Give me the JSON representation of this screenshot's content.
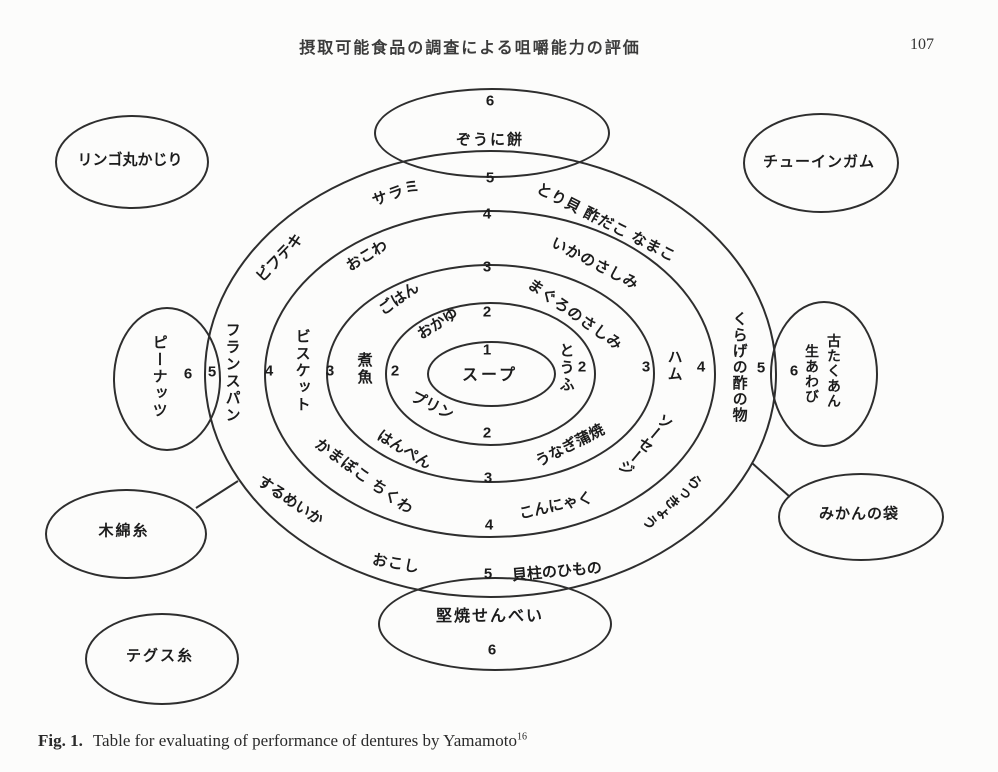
{
  "page": {
    "header": {
      "title": "摂取可能食品の調査による咀嚼能力の評価",
      "page_number": "107"
    },
    "caption": {
      "fig": "Fig. 1.",
      "text": "Table for evaluating of performance of dentures by Yamamoto",
      "ref_sup": "16"
    }
  },
  "numbers": {
    "1": "1",
    "2": "2",
    "3": "3",
    "4": "4",
    "5": "5",
    "6": "6"
  },
  "foods": {
    "soup": "スープ",
    "okayu": "おかゆ",
    "tofu": "とうふ",
    "purin": "プリン",
    "nizakana": "煮魚",
    "gohan": "ごはん",
    "maguro_sashimi": "まぐろのさしみ",
    "hanpen": "はんぺん",
    "unagi_kabayaki": "うなぎ蒲焼",
    "okowa": "おこわ",
    "ika_sashimi": "いかのさしみ",
    "biscuit": "ビスケット",
    "ham": "ハム",
    "sausage": "ソーセージ",
    "kamaboko_chikuwa": "かまぼこ ちくわ",
    "konnyaku": "こんにゃく",
    "bifuteki": "ビフテキ",
    "salami": "サラミ",
    "torigai_sudako_namako": "とり貝 酢だこ なまこ",
    "france_pan": "フランスパン",
    "kurage_su_no_mono": "くらげの酢の物",
    "rakkyo": "らっきょう",
    "surumeika": "するめいか",
    "okoshi": "おこし",
    "kaibashira_himono": "貝柱のひもの",
    "zouni_mochi": "ぞうに餅",
    "katayaki_senbei": "堅焼せんべい",
    "peanuts": "ピーナッツ",
    "furu_takuan": "古たくあん",
    "nama_awabi": "生あわび",
    "ringo_marukajiri": "リンゴ丸かじり",
    "chewing_gum": "チューインガム",
    "momen_ito": "木綿糸",
    "tegusu_ito": "テグス糸",
    "mikan_no_fukuro": "みかんの袋"
  },
  "diagram": {
    "type": "concentric-ellipse-food-score-chart",
    "rings": [
      {
        "score": 1,
        "foods": [
          "スープ"
        ]
      },
      {
        "score": 2,
        "foods": [
          "おかゆ",
          "とうふ",
          "プリン"
        ]
      },
      {
        "score": 3,
        "foods": [
          "ごはん",
          "まぐろのさしみ",
          "煮魚",
          "はんぺん",
          "うなぎ蒲焼"
        ]
      },
      {
        "score": 4,
        "foods": [
          "おこわ",
          "いかのさしみ",
          "ビスケット",
          "ハム",
          "ソーセージ",
          "かまぼこ ちくわ",
          "こんにゃく"
        ]
      },
      {
        "score": 5,
        "foods": [
          "サラミ",
          "ビフテキ",
          "とり貝 酢だこ なまこ",
          "フランスパン",
          "くらげの酢の物",
          "らっきょう",
          "するめいか",
          "おこし",
          "貝柱のひもの"
        ]
      },
      {
        "score": 6,
        "foods": [
          "ぞうに餅",
          "堅焼せんべい",
          "ピーナッツ",
          "古たくあん",
          "生あわび"
        ]
      }
    ],
    "outside_items": [
      "リンゴ丸かじり",
      "チューインガム",
      "木綿糸",
      "テグス糸",
      "みかんの袋"
    ]
  }
}
